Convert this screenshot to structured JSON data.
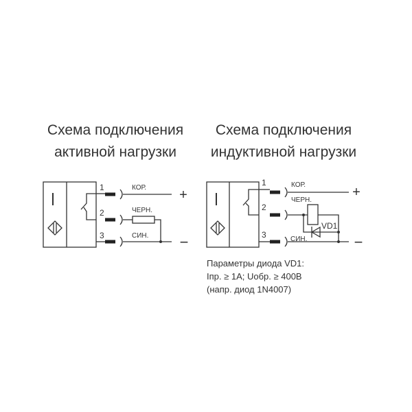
{
  "left": {
    "title_line1": "Схема подключения",
    "title_line2": "активной нагрузки",
    "pins": [
      "1",
      "2",
      "3"
    ],
    "wires": [
      "КОР.",
      "ЧЕРН.",
      "СИН."
    ],
    "plus": "+",
    "minus": "−",
    "sensor_mark": "I"
  },
  "right": {
    "title_line1": "Схема подключения",
    "title_line2": "индуктивной нагрузки",
    "pins": [
      "1",
      "2",
      "3"
    ],
    "wires": [
      "КОР.",
      "ЧЕРН.",
      "СИН."
    ],
    "plus": "+",
    "minus": "−",
    "sensor_mark": "I",
    "diode_label": "VD1",
    "notes": [
      "Параметры диода VD1:",
      "Iпр. ≥ 1А; Uобр. ≥ 400В",
      "(напр. диод 1N4007)"
    ]
  }
}
